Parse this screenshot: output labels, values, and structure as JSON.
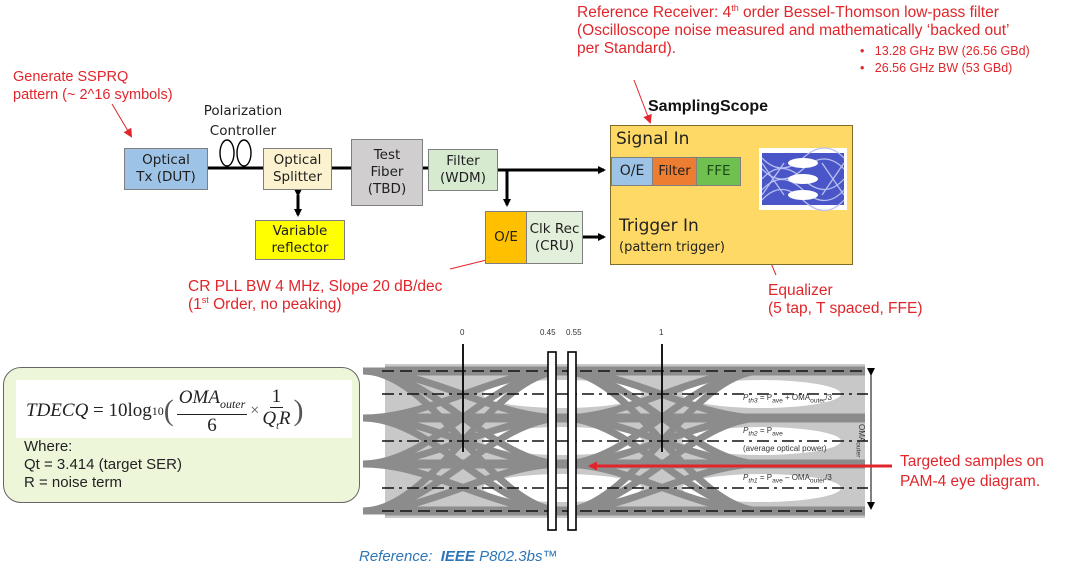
{
  "annotations": {
    "ref_receiver_line1_pre": "Reference Receiver:  4",
    "ref_receiver_line1_sup": "th",
    "ref_receiver_line1_post": " order Bessel-Thomson low-pass filter",
    "ref_receiver_line2": "(Oscilloscope noise measured and mathematically ‘backed out’",
    "ref_receiver_line3": "per Standard).",
    "bw_bullets": [
      "13.28 GHz BW (26.56 GBd)",
      "26.56 GHz BW (53 GBd)"
    ],
    "generate_line1": "Generate SSPRQ",
    "generate_line2": "pattern (~ 2^16 symbols)",
    "cr_pll_line1": "CR PLL BW 4 MHz, Slope 20 dB/dec",
    "cr_pll_line2_pre": "(1",
    "cr_pll_line2_sup": "st",
    "cr_pll_line2_post": " Order, no peaking)",
    "equalizer_line1": "Equalizer",
    "equalizer_line2": "(5 tap, T spaced, FFE)",
    "targeted_line1": "Targeted samples on",
    "targeted_line2": "PAM-4 eye diagram.",
    "reference_pre": "Reference:  ",
    "reference_bold": "IEEE",
    "reference_post": " P802.3bs™"
  },
  "blocks": {
    "polarization_label": "Polarization\nController",
    "optical_tx": "Optical\nTx (DUT)",
    "optical_splitter": "Optical\nSplitter",
    "variable_reflector": "Variable\nreflector",
    "test_fiber": "Test\nFiber\n(TBD)",
    "filter_wdm": "Filter\n(WDM)",
    "oe_cru": "O/E",
    "clk_rec": "Clk Rec\n(CRU)",
    "scope_title": "SamplingScope",
    "signal_in": "Signal In",
    "scope_oe": "O/E",
    "scope_filter": "Filter",
    "scope_ffe": "FFE",
    "trigger_in": "Trigger In",
    "pattern_trigger": "(pattern trigger)"
  },
  "colors": {
    "annotation_red": "#e0262b",
    "tx_blue": "#9dc3e6",
    "splitter_cream": "#fdf2d0",
    "reflector_yellow": "#ffff00",
    "fiber_gray": "#d0cece",
    "wdm_green": "#d6ead0",
    "oe_orange": "#ffc000",
    "clk_green": "#e2efda",
    "scope_gold": "#ffd966",
    "scope_oe_blue": "#9dc3e6",
    "scope_filter_orange": "#ed7d31",
    "scope_ffe_green": "#70c050",
    "reference_blue": "#2e75b6"
  },
  "formula": {
    "lhs": "TDECQ",
    "eq": " = 10log",
    "sub10": "10",
    "num": "OMA",
    "num_sub": "outer",
    "den": "6",
    "times": "×",
    "num2": "1",
    "den2": "Q",
    "den2_sub": "t",
    "den2_tail": "R",
    "where": "Where:",
    "qt": "Qt = 3.414 (target SER)",
    "r": "R = noise term"
  },
  "eye": {
    "time_labels": [
      "0",
      "0.45",
      "0.55",
      "1"
    ],
    "pth3_pre": "P",
    "pth3_sub": "th3",
    "pth3_mid": " = P",
    "pth3_sub2": "ave",
    "pth3_tail": " + OMA",
    "pth3_sub3": "outer",
    "pth3_end": "/3",
    "pth2_pre": "P",
    "pth2_sub": "th2",
    "pth2_mid": " = P",
    "pth2_sub2": "ave",
    "pth2_note": "(average optical power)",
    "pth1_pre": "P",
    "pth1_sub": "th1",
    "pth1_mid": " = P",
    "pth1_sub2": "ave",
    "pth1_tail": " – OMA",
    "pth1_sub3": "outer",
    "pth1_end": "/3",
    "oma_label": "OMA",
    "oma_sub": "outer"
  }
}
